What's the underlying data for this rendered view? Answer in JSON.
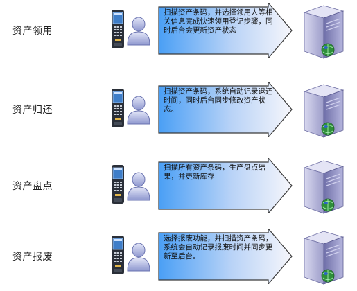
{
  "rows": [
    {
      "label": "资产领用",
      "description": "扫描资产条码，并选择领用人等相关信息完成快速领用登记步骤，同时后台会更新资产状态"
    },
    {
      "label": "资产归还",
      "description": "扫描资产条码，系统自动记录退还时间，同时后台同步修改资产状态。"
    },
    {
      "label": "资产盘点",
      "description": "扫描所有资产条码，生产盘点结果，并更新库存"
    },
    {
      "label": "资产报废",
      "description": "选择报废功能，并扫描资产条码，系统会自动记录报废时间并同步更新至后台。"
    }
  ],
  "icons": {
    "scanner": "handheld-scanner-icon",
    "person": "user-icon",
    "server": "server-globe-icon"
  },
  "colors": {
    "arrow_left": "#4a9ff5",
    "arrow_right": "#f4f4fb",
    "person": "#9aa3d6",
    "server": "#8e8ec4"
  }
}
